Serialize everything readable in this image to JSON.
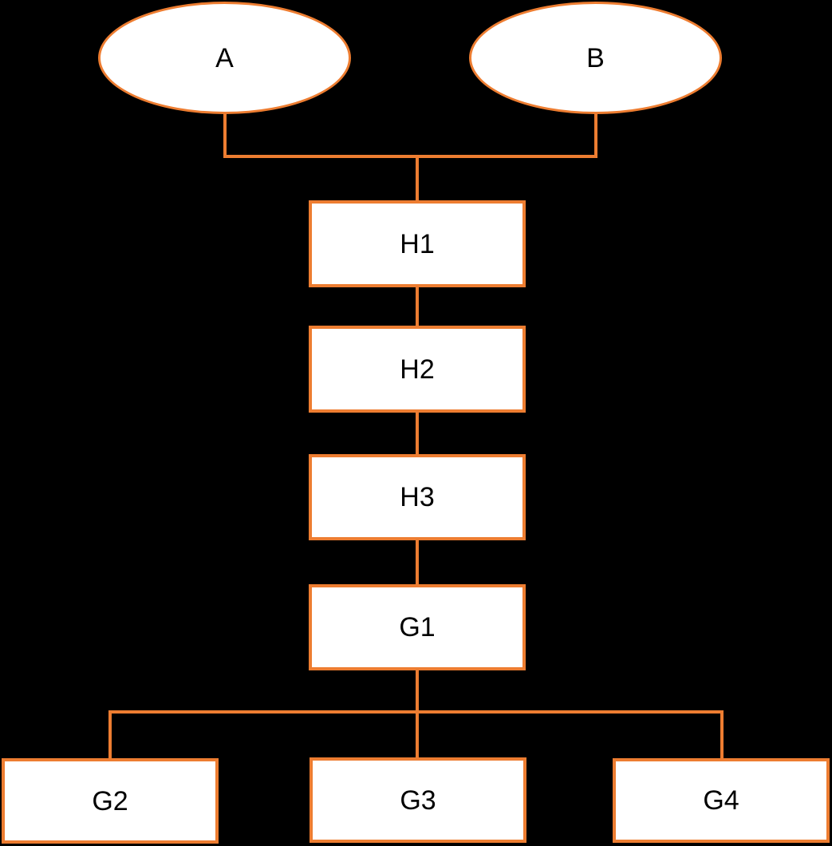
{
  "diagram": {
    "background_color": "#000000",
    "stroke_color": "#ED7D31",
    "node_fill_color": "#FFFFFF",
    "text_color": "#000000",
    "nodes": [
      {
        "id": "A",
        "label": "A",
        "shape": "ellipse"
      },
      {
        "id": "B",
        "label": "B",
        "shape": "ellipse"
      },
      {
        "id": "H1",
        "label": "H1",
        "shape": "rect"
      },
      {
        "id": "H2",
        "label": "H2",
        "shape": "rect"
      },
      {
        "id": "H3",
        "label": "H3",
        "shape": "rect"
      },
      {
        "id": "G1",
        "label": "G1",
        "shape": "rect"
      },
      {
        "id": "G2",
        "label": "G2",
        "shape": "rect"
      },
      {
        "id": "G3",
        "label": "G3",
        "shape": "rect"
      },
      {
        "id": "G4",
        "label": "G4",
        "shape": "rect"
      }
    ],
    "edges": [
      {
        "from": "A",
        "to": "H1"
      },
      {
        "from": "B",
        "to": "H1"
      },
      {
        "from": "H1",
        "to": "H2"
      },
      {
        "from": "H2",
        "to": "H3"
      },
      {
        "from": "H3",
        "to": "G1"
      },
      {
        "from": "G1",
        "to": "G2"
      },
      {
        "from": "G1",
        "to": "G3"
      },
      {
        "from": "G1",
        "to": "G4"
      }
    ]
  }
}
